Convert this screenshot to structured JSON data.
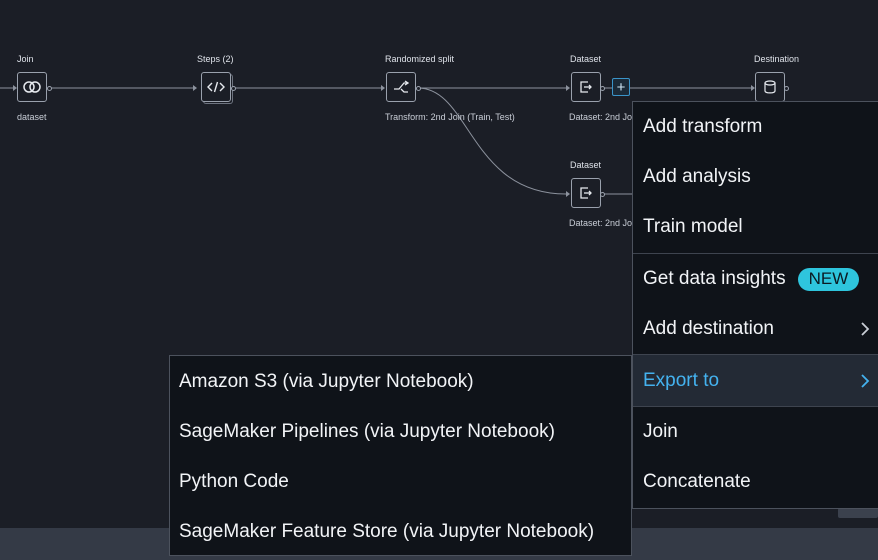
{
  "nodes": [
    {
      "title": "Join",
      "subtitle": "dataset",
      "icon": "join-circles-icon"
    },
    {
      "title": "Steps (2)",
      "subtitle": "",
      "icon": "code-brackets-icon"
    },
    {
      "title": "Randomized split",
      "subtitle": "Transform: 2nd Join (Train, Test)",
      "icon": "split-arrow-icon"
    },
    {
      "title": "Dataset",
      "subtitle": "Dataset: 2nd Jo",
      "icon": "export-dataset-icon"
    },
    {
      "title": "Destination",
      "subtitle": "",
      "icon": "database-icon"
    },
    {
      "title": "Dataset",
      "subtitle": "Dataset: 2nd Jo",
      "icon": "export-dataset-icon"
    }
  ],
  "add_step_button": {
    "label": "+"
  },
  "context_menu": {
    "items": [
      {
        "label": "Add transform"
      },
      {
        "label": "Add analysis"
      },
      {
        "label": "Train model"
      },
      {
        "label": "Get data insights",
        "badge": "NEW"
      },
      {
        "label": "Add destination",
        "has_submenu": true
      },
      {
        "label": "Export to",
        "has_submenu": true,
        "active": true
      },
      {
        "label": "Join"
      },
      {
        "label": "Concatenate"
      }
    ]
  },
  "export_submenu": {
    "items": [
      {
        "label": "Amazon S3 (via Jupyter Notebook)"
      },
      {
        "label": "SageMaker Pipelines (via Jupyter Notebook)"
      },
      {
        "label": "Python Code"
      },
      {
        "label": "SageMaker Feature Store (via Jupyter Notebook)"
      }
    ]
  },
  "colors": {
    "background": "#1b1e26",
    "menu_background": "#0f1319",
    "active_text": "#44b2ef",
    "badge": "#2ec5dd",
    "bottom_bar": "#343a46"
  }
}
